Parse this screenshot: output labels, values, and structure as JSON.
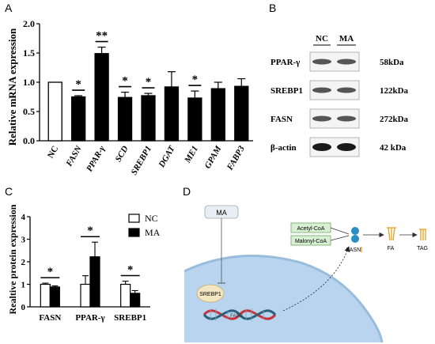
{
  "panels": {
    "A": "A",
    "B": "B",
    "C": "C",
    "D": "D"
  },
  "chart_data": [
    {
      "type": "bar",
      "ylabel": "Relative mRNA expression",
      "ylim": [
        0,
        2.0
      ],
      "yticks": [
        "0.0",
        "0.5",
        "1.0",
        "1.5",
        "2.0"
      ],
      "categories": [
        "NC",
        "FASN",
        "PPAR-γ",
        "SCD",
        "SREBP1",
        "DGAT",
        "ME1",
        "GPAM",
        "FABP3"
      ],
      "values": [
        1.0,
        0.75,
        1.49,
        0.74,
        0.77,
        0.92,
        0.73,
        0.89,
        0.93
      ],
      "errors": [
        0.0,
        0.02,
        0.11,
        0.09,
        0.04,
        0.26,
        0.12,
        0.11,
        0.13
      ],
      "colors": [
        "#ffffff",
        "#000000",
        "#000000",
        "#000000",
        "#000000",
        "#000000",
        "#000000",
        "#000000",
        "#000000"
      ],
      "significance": [
        "",
        "*",
        "**",
        "*",
        "*",
        "",
        "*",
        "",
        ""
      ]
    },
    {
      "type": "bar",
      "ylabel": "Realtive protein expression",
      "ylim": [
        0,
        4
      ],
      "yticks": [
        "0",
        "1",
        "2",
        "3",
        "4"
      ],
      "categories": [
        "FASN",
        "PPAR-γ",
        "SREBP1"
      ],
      "series": [
        {
          "name": "NC",
          "values": [
            1.0,
            1.0,
            1.0
          ],
          "errors": [
            0.05,
            0.38,
            0.14
          ],
          "color": "#ffffff"
        },
        {
          "name": "MA",
          "values": [
            0.88,
            2.22,
            0.6
          ],
          "errors": [
            0.05,
            0.65,
            0.12
          ],
          "color": "#000000"
        }
      ],
      "significance": [
        "*",
        "*",
        "*"
      ],
      "legend": "top-right"
    }
  ],
  "blot": {
    "headers": [
      "NC",
      "MA"
    ],
    "rows": [
      {
        "label": "PPAR-γ",
        "size": "58kDa"
      },
      {
        "label": "SREBP1",
        "size": "122kDa"
      },
      {
        "label": "FASN",
        "size": "272kDa"
      },
      {
        "label": "β-actin",
        "size": "42 kDa"
      }
    ]
  },
  "diagram": {
    "ma": "MA",
    "srebp": "SREBP1",
    "fasn_gene": "FASN",
    "acetyl": "Acetyl-CoA",
    "malonyl": "Malonyl-CoA",
    "fasn_protein": "FASN",
    "fa": "FA",
    "tag": "TAG",
    "accent": "#f0a020",
    "membrane": "#b8d4ee"
  }
}
